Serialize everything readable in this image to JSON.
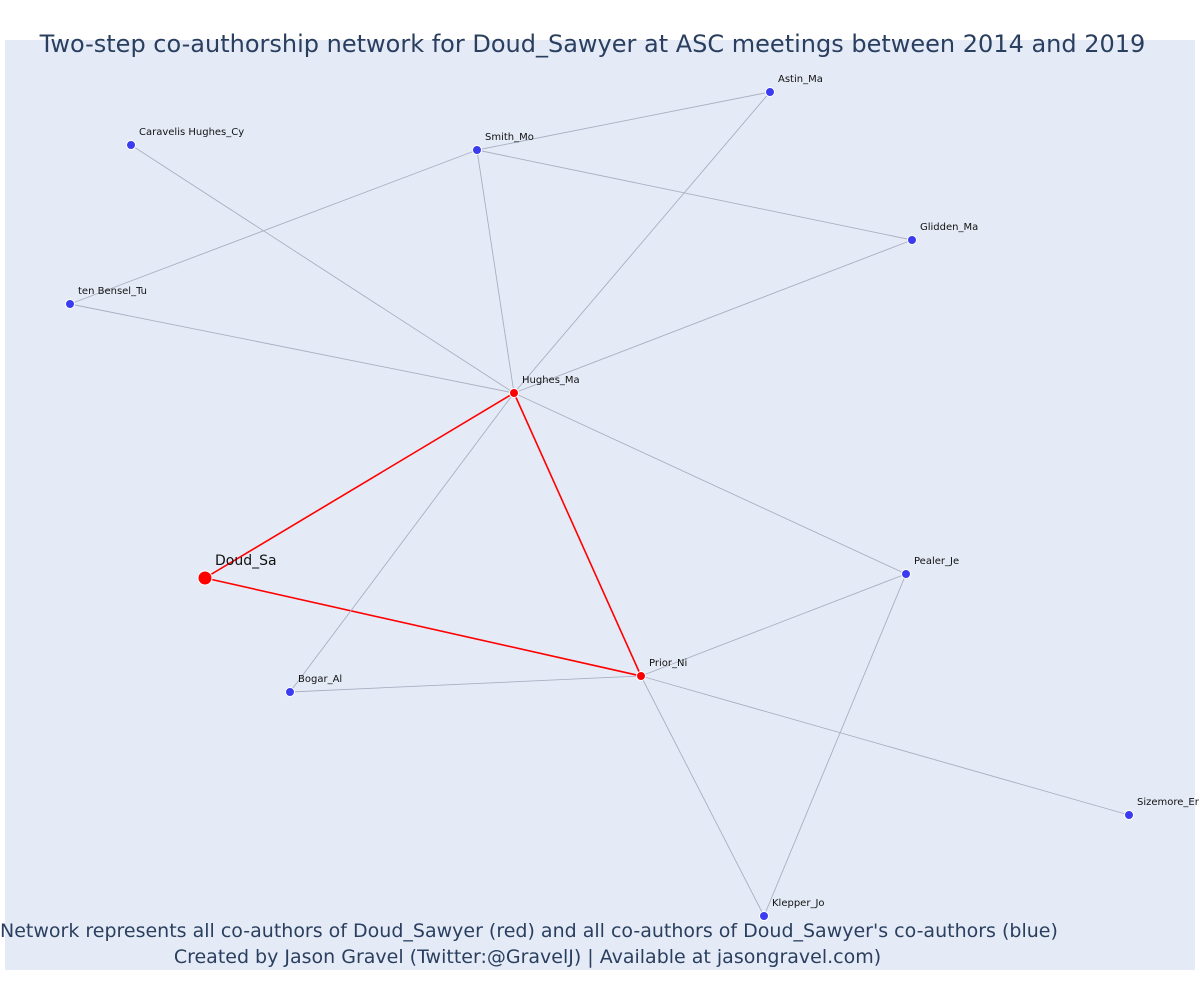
{
  "title": "Two-step co-authorship network for Doud_Sawyer at ASC meetings between 2014 and 2019",
  "caption": {
    "line1": "Network represents all co-authors of Doud_Sawyer (red) and all co-authors of Doud_Sawyer's co-authors (blue)",
    "line2": "Created by Jason Gravel (Twitter:@GravelJ) | Available at jasongravel.com)"
  },
  "colors": {
    "background": "#e5ebf6",
    "first_step": "#ff0000",
    "second_step": "#3b3bf0",
    "edge_first": "#ff0000",
    "edge_second": "#a9afc2"
  },
  "nodes": [
    {
      "id": "Doud_Sa",
      "label": "Doud_Sa",
      "group": "focal"
    },
    {
      "id": "Hughes_Ma",
      "label": "Hughes_Ma",
      "group": "first"
    },
    {
      "id": "Prior_Ni",
      "label": "Prior_Ni",
      "group": "first"
    },
    {
      "id": "Astin_Ma",
      "label": "Astin_Ma",
      "group": "second"
    },
    {
      "id": "Smith_Mo",
      "label": "Smith_Mo",
      "group": "second"
    },
    {
      "id": "Caravelis Hughes_Cy",
      "label": "Caravelis Hughes_Cy",
      "group": "second"
    },
    {
      "id": "Glidden_Ma",
      "label": "Glidden_Ma",
      "group": "second"
    },
    {
      "id": "ten Bensel_Tu",
      "label": "ten Bensel_Tu",
      "group": "second"
    },
    {
      "id": "Pealer_Je",
      "label": "Pealer_Je",
      "group": "second"
    },
    {
      "id": "Bogar_Al",
      "label": "Bogar_Al",
      "group": "second"
    },
    {
      "id": "Sizemore_Er",
      "label": "Sizemore_Er",
      "group": "second"
    },
    {
      "id": "Klepper_Jo",
      "label": "Klepper_Jo",
      "group": "second"
    }
  ],
  "edges": [
    {
      "source": "Doud_Sa",
      "target": "Hughes_Ma",
      "type": "first"
    },
    {
      "source": "Doud_Sa",
      "target": "Prior_Ni",
      "type": "first"
    },
    {
      "source": "Hughes_Ma",
      "target": "Prior_Ni",
      "type": "first"
    },
    {
      "source": "Hughes_Ma",
      "target": "Smith_Mo",
      "type": "second"
    },
    {
      "source": "Hughes_Ma",
      "target": "Astin_Ma",
      "type": "second"
    },
    {
      "source": "Hughes_Ma",
      "target": "Caravelis Hughes_Cy",
      "type": "second"
    },
    {
      "source": "Hughes_Ma",
      "target": "Glidden_Ma",
      "type": "second"
    },
    {
      "source": "Hughes_Ma",
      "target": "ten Bensel_Tu",
      "type": "second"
    },
    {
      "source": "Hughes_Ma",
      "target": "Pealer_Je",
      "type": "second"
    },
    {
      "source": "Hughes_Ma",
      "target": "Bogar_Al",
      "type": "second"
    },
    {
      "source": "Smith_Mo",
      "target": "Astin_Ma",
      "type": "second"
    },
    {
      "source": "Smith_Mo",
      "target": "Glidden_Ma",
      "type": "second"
    },
    {
      "source": "Smith_Mo",
      "target": "ten Bensel_Tu",
      "type": "second"
    },
    {
      "source": "Prior_Ni",
      "target": "Pealer_Je",
      "type": "second"
    },
    {
      "source": "Prior_Ni",
      "target": "Bogar_Al",
      "type": "second"
    },
    {
      "source": "Prior_Ni",
      "target": "Sizemore_Er",
      "type": "second"
    },
    {
      "source": "Prior_Ni",
      "target": "Klepper_Jo",
      "type": "second"
    },
    {
      "source": "Pealer_Je",
      "target": "Klepper_Jo",
      "type": "second"
    }
  ]
}
